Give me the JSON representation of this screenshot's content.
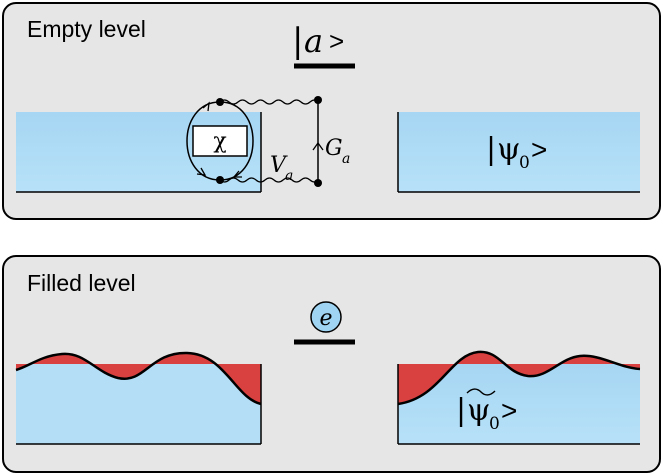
{
  "panel_top": {
    "title": "Empty level",
    "level_state": "|a>",
    "level_state_parts": {
      "bar": "|",
      "letter": "a",
      "bracket": ">"
    },
    "loop_symbol": "χ",
    "v_label": "V",
    "v_subscript": "a",
    "g_label": "G",
    "g_subscript": "a",
    "right_state": "|ψ0>",
    "right_state_parts": {
      "bar": "|",
      "psi": "ψ",
      "subscript": "0",
      "bracket": ">"
    }
  },
  "panel_bottom": {
    "title": "Filled level",
    "electron_label": "e",
    "right_state": "|ψ̃0>",
    "right_state_parts": {
      "bar": "|",
      "psi": "ψ",
      "subscript": "0",
      "bracket": ">"
    }
  },
  "colors": {
    "panel_fill": "#e6e6e6",
    "panel_stroke": "#000000",
    "reservoir_blue": "#a8d8f4",
    "reservoir_blue_light": "#b8e0f7",
    "filled_red": "#d94040",
    "electron_fill": "#9fd4f3"
  }
}
